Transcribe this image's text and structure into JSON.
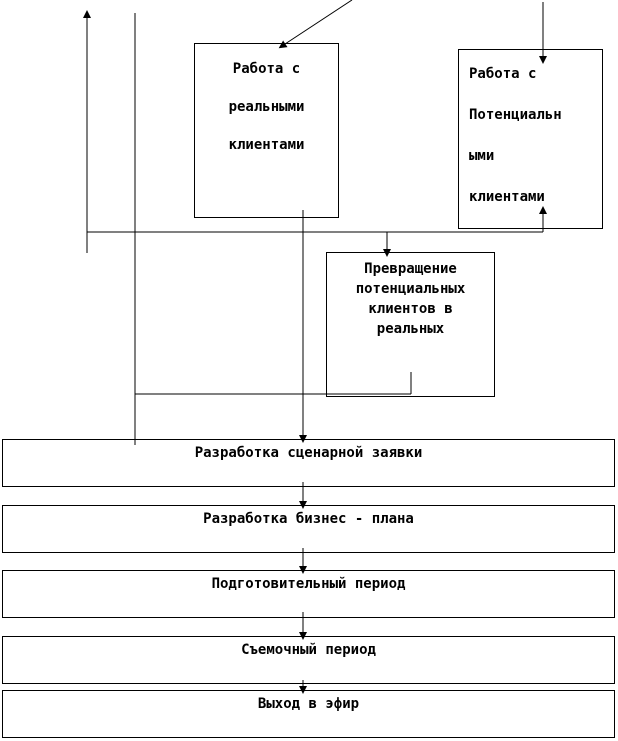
{
  "boxes": {
    "real_clients": {
      "lines": [
        "Работа с",
        "реальными",
        "клиентами"
      ]
    },
    "potential_clients": {
      "lines": [
        "Работа с",
        "Потенциальн",
        "ыми",
        "клиентами"
      ]
    },
    "conversion": {
      "lines": [
        "Превращение",
        "потенциальных",
        "клиентов в",
        "реальных"
      ]
    },
    "steps": [
      "Разработка сценарной заявки",
      "Разработка бизнес - плана",
      "Подготовительный период",
      "Съемочный период",
      "Выход в эфир"
    ]
  }
}
